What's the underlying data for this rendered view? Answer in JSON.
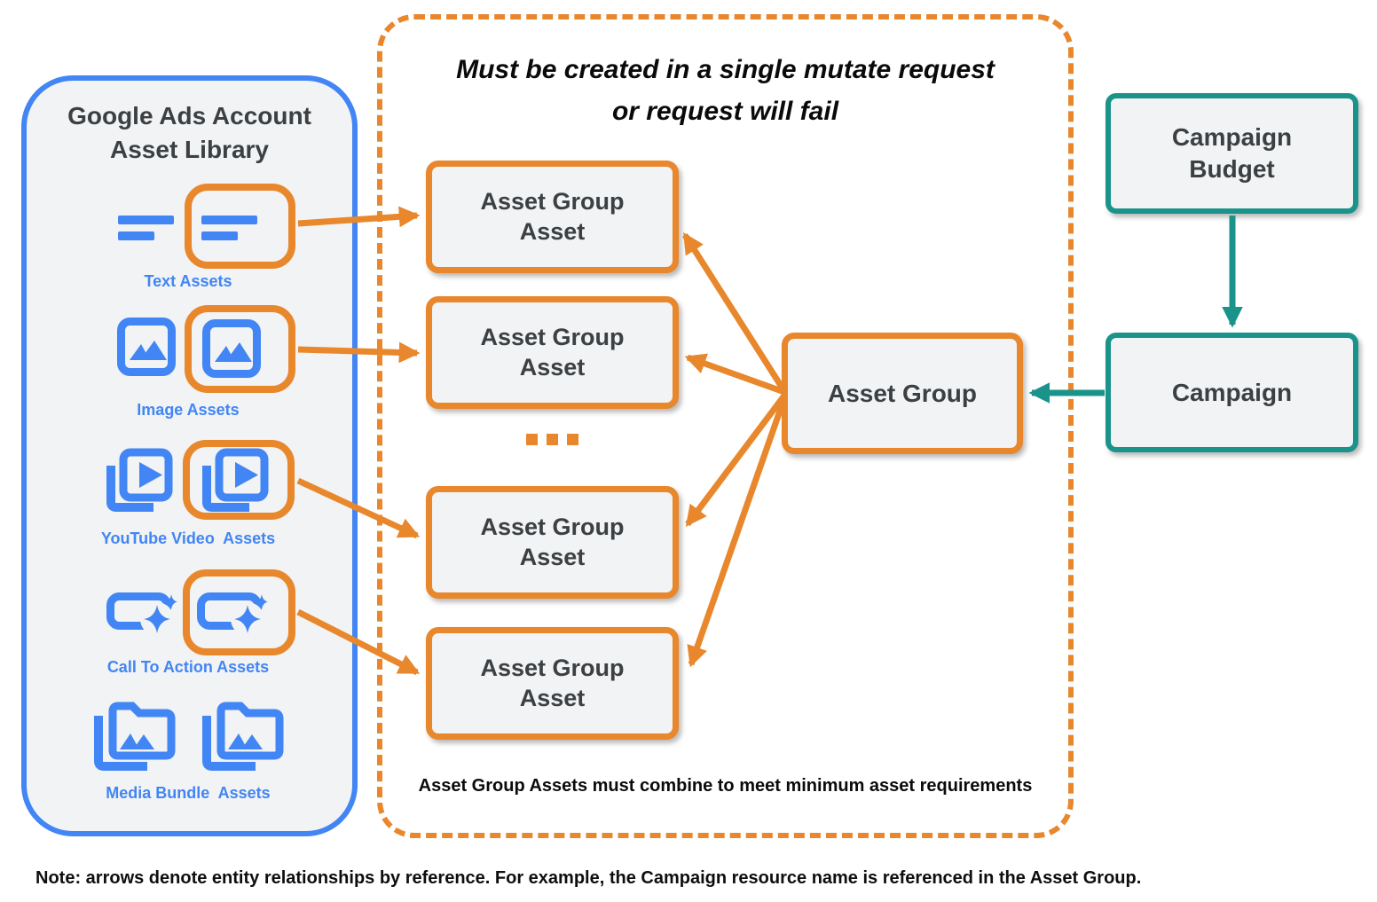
{
  "colors": {
    "orange": "#E8872B",
    "blue": "#4285F4",
    "teal": "#1A948B",
    "box_fill": "#F1F3F4",
    "text_dark": "#3C4043"
  },
  "library": {
    "title_line1": "Google Ads Account",
    "title_line2": "Asset Library",
    "sections": [
      {
        "label": "Text Assets",
        "icon": "text-asset-icon"
      },
      {
        "label": "Image Assets",
        "icon": "image-asset-icon"
      },
      {
        "label": "YouTube Video  Assets",
        "icon": "youtube-video-asset-icon"
      },
      {
        "label": "Call To Action Assets",
        "icon": "call-to-action-asset-icon"
      },
      {
        "label": "Media Bundle  Assets",
        "icon": "media-bundle-asset-icon"
      }
    ]
  },
  "mutate_box": {
    "title_line1": "Must be created in a single mutate request",
    "title_line2": "or request will fail",
    "asset_box": {
      "line1": "Asset Group",
      "line2": "Asset"
    },
    "ellipsis": "...",
    "footnote": "Asset Group Assets must combine to meet minimum asset requirements"
  },
  "entities": {
    "asset_group": "Asset Group",
    "campaign_budget_line1": "Campaign",
    "campaign_budget_line2": "Budget",
    "campaign": "Campaign"
  },
  "note": "Note: arrows denote entity relationships by reference. For example, the Campaign resource name is referenced in the Asset Group."
}
